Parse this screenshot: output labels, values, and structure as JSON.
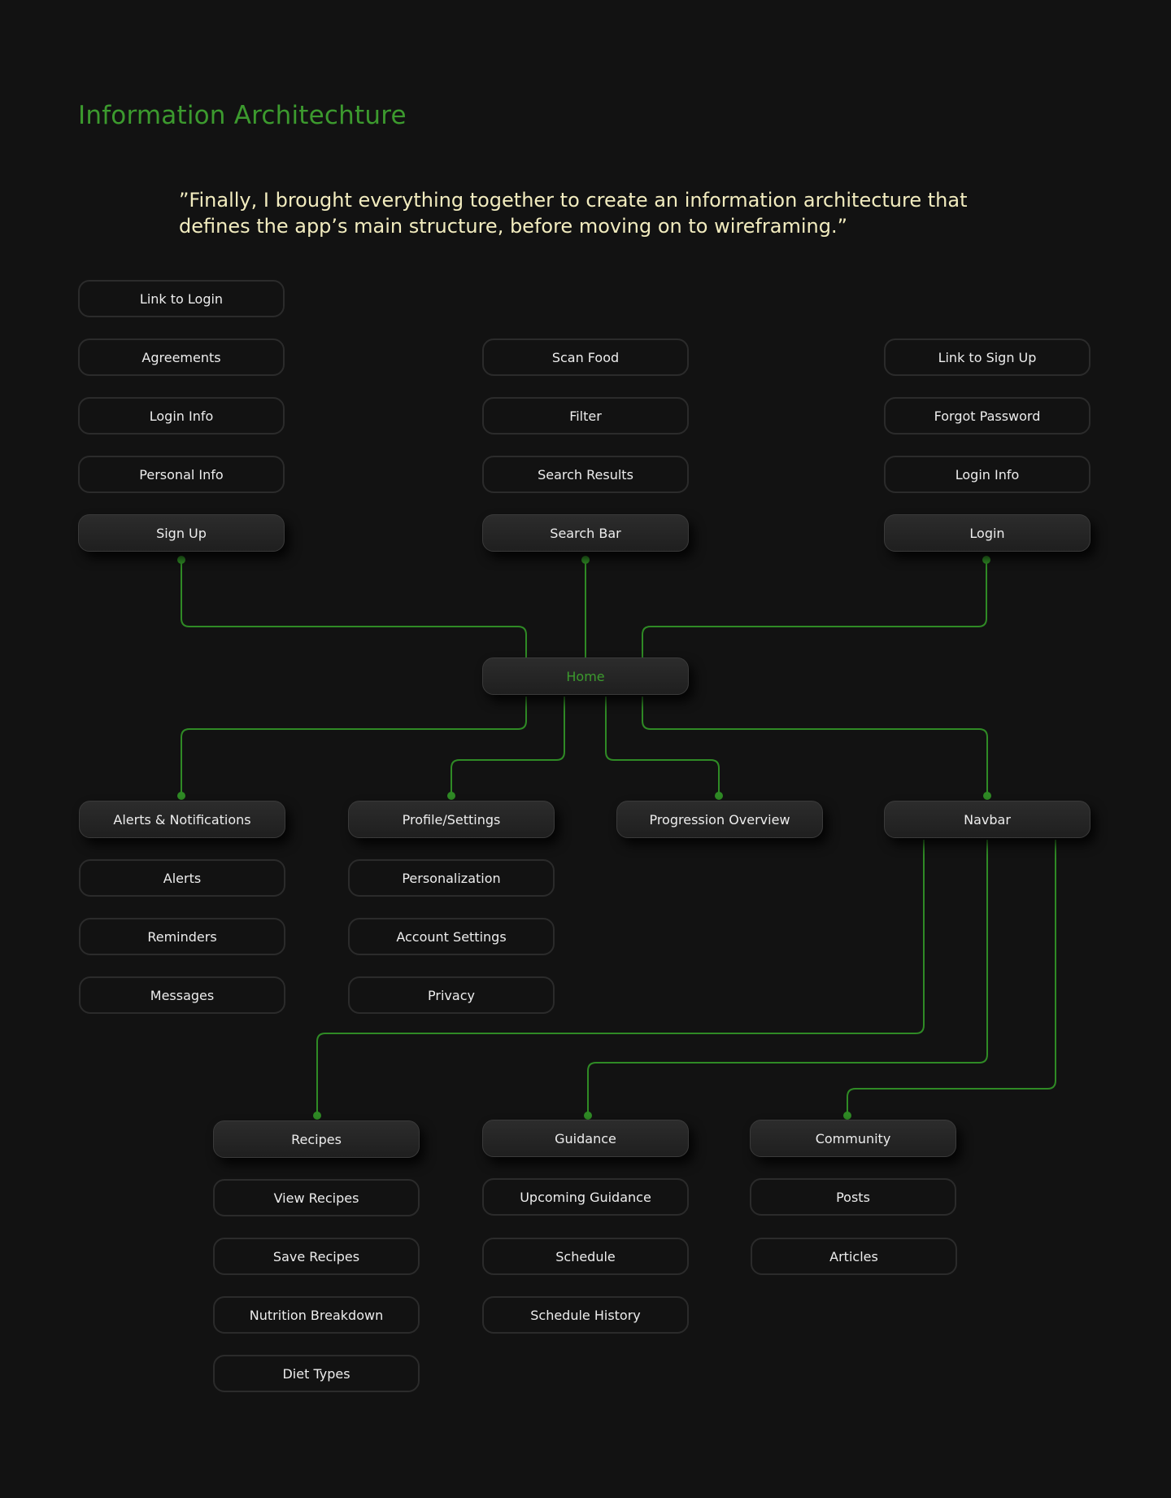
{
  "title": "Information Architechture",
  "quote": {
    "line1": "”Finally, I brought everything together to create an information architecture that",
    "line2": "defines the app’s main structure, before moving on to wireframing.”"
  },
  "colors": {
    "background": "#121212",
    "accent": "#3c9a2e",
    "connector": "#2f8a25",
    "quote": "#f2ecbf"
  },
  "diagram": {
    "home": "Home",
    "signup": {
      "label": "Sign Up",
      "children": [
        "Personal Info",
        "Login Info",
        "Agreements",
        "Link to Login"
      ]
    },
    "search": {
      "label": "Search Bar",
      "children": [
        "Search Results",
        "Filter",
        "Scan Food"
      ]
    },
    "login": {
      "label": "Login",
      "children": [
        "Login Info",
        "Forgot Password",
        "Link to Sign Up"
      ]
    },
    "alerts": {
      "label": "Alerts & Notifications",
      "children": [
        "Alerts",
        "Reminders",
        "Messages"
      ]
    },
    "profile": {
      "label": "Profile/Settings",
      "children": [
        "Personalization",
        "Account Settings",
        "Privacy"
      ]
    },
    "progression": {
      "label": "Progression Overview"
    },
    "navbar": {
      "label": "Navbar"
    },
    "recipes": {
      "label": "Recipes",
      "children": [
        "View Recipes",
        "Save Recipes",
        "Nutrition Breakdown",
        "Diet Types"
      ]
    },
    "guidance": {
      "label": "Guidance",
      "children": [
        "Upcoming Guidance",
        "Schedule",
        "Schedule History"
      ]
    },
    "community": {
      "label": "Community",
      "children": [
        "Posts",
        "Articles"
      ]
    }
  }
}
